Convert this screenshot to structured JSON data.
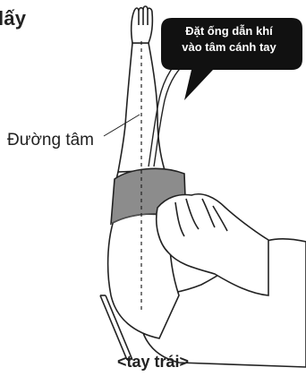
{
  "title_fragment": "lấy",
  "center_line_label": "Đường tâm",
  "callout": {
    "line1": "Đặt ống dẫn khí",
    "line2": "vào tâm cánh tay"
  },
  "caption": "<tay trái>",
  "colors": {
    "line": "#222222",
    "cuff": "#8c8c8c",
    "callout_bg": "#111111",
    "callout_text": "#ffffff"
  }
}
